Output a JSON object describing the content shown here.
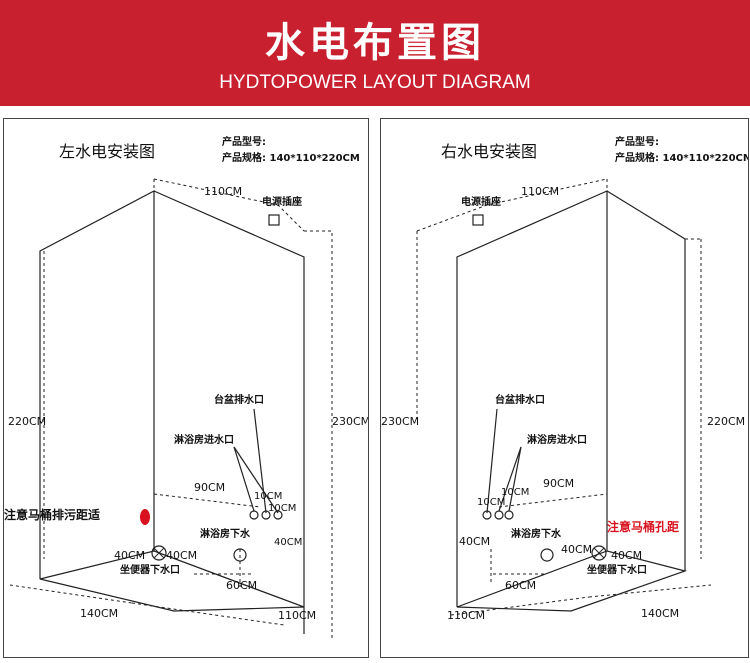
{
  "header": {
    "title": "水电布置图",
    "subtitle": "HYDTOPOWER LAYOUT DIAGRAM"
  },
  "left": {
    "title": "左水电安装图",
    "model_label": "产品型号:",
    "spec_label": "产品规格: 140*110*220CM",
    "power_socket": "电源插座",
    "basin_drain": "台盆排水口",
    "inlet": "淋浴房进水口",
    "shower_drain": "淋浴房下水",
    "toilet_drain": "坐便器下水口",
    "note": "注意马桶排污距适",
    "dims": {
      "top": "110CM",
      "height_left": "220CM",
      "height_right": "230CM",
      "d90": "90CM",
      "d10a": "10CM",
      "d10b": "10CM",
      "d40v": "40CM",
      "d40a": "40CM",
      "d40b": "40CM",
      "d60": "60CM",
      "d140": "140CM",
      "d110": "110CM"
    }
  },
  "right": {
    "title": "右水电安装图",
    "model_label": "产品型号:",
    "spec_label": "产品规格: 140*110*220CM",
    "power_socket": "电源插座",
    "basin_drain": "台盆排水口",
    "inlet": "淋浴房进水口",
    "shower_drain": "淋浴房下水",
    "toilet_drain": "坐便器下水口",
    "note": "注意马桶孔距",
    "dims": {
      "top": "110CM",
      "height_left": "230CM",
      "height_right": "220CM",
      "d90": "90CM",
      "d10a": "10CM",
      "d10b": "10CM",
      "d40v": "40CM",
      "d40a": "40CM",
      "d40b": "40CM",
      "d60": "60CM",
      "d110": "110CM",
      "d140": "140CM"
    }
  }
}
